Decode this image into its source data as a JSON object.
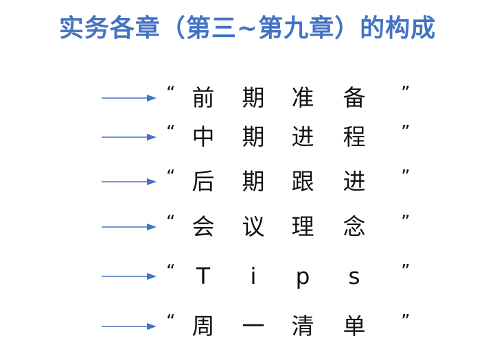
{
  "title": "实务各章（第三~第九章）的构成",
  "accent_color": "#4472C4",
  "quote_open": "“",
  "quote_close": "”",
  "items": [
    {
      "chars": [
        "前",
        "期",
        "准",
        "备"
      ]
    },
    {
      "chars": [
        "中",
        "期",
        "进",
        "程"
      ]
    },
    {
      "chars": [
        "后",
        "期",
        "跟",
        "进"
      ]
    },
    {
      "chars": [
        "会",
        "议",
        "理",
        "念"
      ]
    },
    {
      "chars": [
        "T",
        "i",
        "p",
        "s"
      ]
    },
    {
      "chars": [
        "周",
        "一",
        "清",
        "单"
      ]
    }
  ]
}
